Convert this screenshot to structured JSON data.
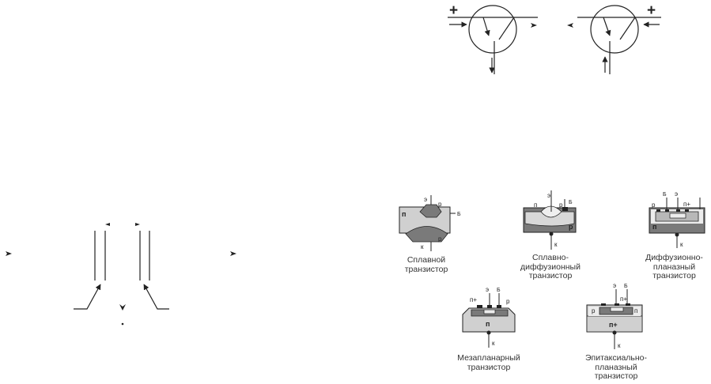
{
  "symbols": {
    "plus": "+"
  },
  "layer_labels": {
    "n": "п",
    "n_plus": "п+",
    "p": "р",
    "emitter": "э",
    "base": "Б",
    "collector": "к"
  },
  "captions": {
    "alloy": "Сплавной\nтранзистор",
    "alloy_diffusion": "Сплавно-\nдиффузионный\nтранзистор",
    "diffusion_planar": "Диффузионно-\nпланазный\nтранзистор",
    "mesa_planar": "Мезапланарный\nтранзистор",
    "epitaxial_planar": "Эпитаксиально-\nпланазный\nтранзистор"
  },
  "colors": {
    "line": "#222222",
    "n_region": "#d0d0d0",
    "p_region": "#7a7a7a",
    "dark_region": "#555555",
    "light_region": "#ececec"
  }
}
